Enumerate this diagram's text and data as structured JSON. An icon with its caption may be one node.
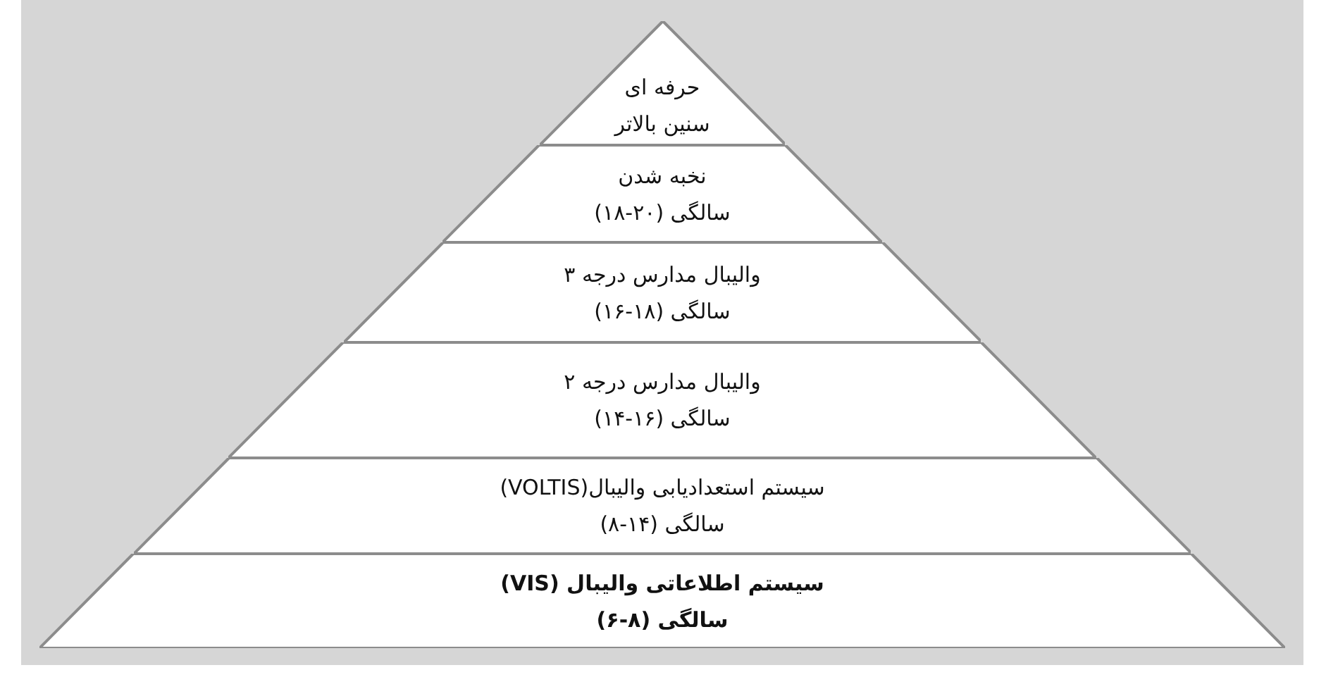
{
  "diagram": {
    "nodes": [
      {
        "text": [
          "حرفه ای",
          "سنین بالاتر"
        ]
      },
      {
        "text": [
          "نخبه شدن",
          "سالگی (۲۰-۱۸)"
        ]
      },
      {
        "text": [
          "والیبال مدارس درجه ۳",
          "سالگی (۱۸-۱۶)"
        ]
      },
      {
        "text": [
          "والیبال مدارس درجه ۲",
          "سالگی (۱۶-۱۴)"
        ]
      },
      {
        "text": [
          "سیستم استعدادیابی والیبال(VOLTIS)",
          "سالگی (۱۴-۸)"
        ]
      },
      {
        "text": [
          "سیستم اطلاعاتی والیبال (VIS)",
          "سالگی (۸-۶)"
        ]
      }
    ]
  }
}
